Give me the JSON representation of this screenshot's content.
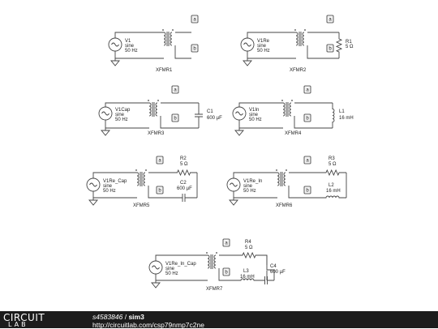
{
  "footer": {
    "logo_top": "CIRCUIT",
    "logo_bottom": "LAB",
    "user": "s4583846",
    "separator": " / ",
    "circuit_name": "sim3",
    "url": "http://circuitlab.com/csp79nmp7c2ne"
  },
  "schematic": {
    "labels": {
      "v1_name": "V1",
      "v1_type": "sine",
      "v1_freq": "50 Hz",
      "xfmr1": "XFMR1",
      "v1re_name": "V1Re",
      "v1re_type": "sine",
      "v1re_freq": "50 Hz",
      "xfmr2": "XFMR2",
      "r1": "R1",
      "r1_val": "5 Ω",
      "v1cap_name": "V1Cap",
      "v1cap_type": "sine",
      "v1cap_freq": "50 Hz",
      "xfmr3": "XFMR3",
      "c1": "C1",
      "c1_val": "600 µF",
      "v1in_name": "V1In",
      "v1in_type": "sine",
      "v1in_freq": "50 Hz",
      "xfmr4": "XFMR4",
      "l1": "L1",
      "l1_val": "16 mH",
      "v1re_cap_name": "V1Re_Cap",
      "v1re_cap_type": "sine",
      "v1re_cap_freq": "50 Hz",
      "xfmr5": "XFMR5",
      "r2": "R2",
      "r2_val": "5 Ω",
      "c2": "C2",
      "c2_val": "600 µF",
      "v1re_in_name": "V1Re_In",
      "v1re_in_type": "sine",
      "v1re_in_freq": "50 Hz",
      "xfmr6": "XFMR6",
      "r3": "R3",
      "r3_val": "5 Ω",
      "l2": "L2",
      "l2_val": "16 mH",
      "v1re_in_cap_name": "V1Re_In_Cap",
      "v1re_in_cap_type": "sine",
      "v1re_in_cap_freq": "50 Hz",
      "xfmr7": "XFMR7",
      "r4": "R4",
      "r4_val": "5 Ω",
      "l3": "L3",
      "l3_val": "16 mH",
      "c4": "C4",
      "c4_val": "600 µF"
    },
    "node_a": "a",
    "node_b": "b"
  }
}
